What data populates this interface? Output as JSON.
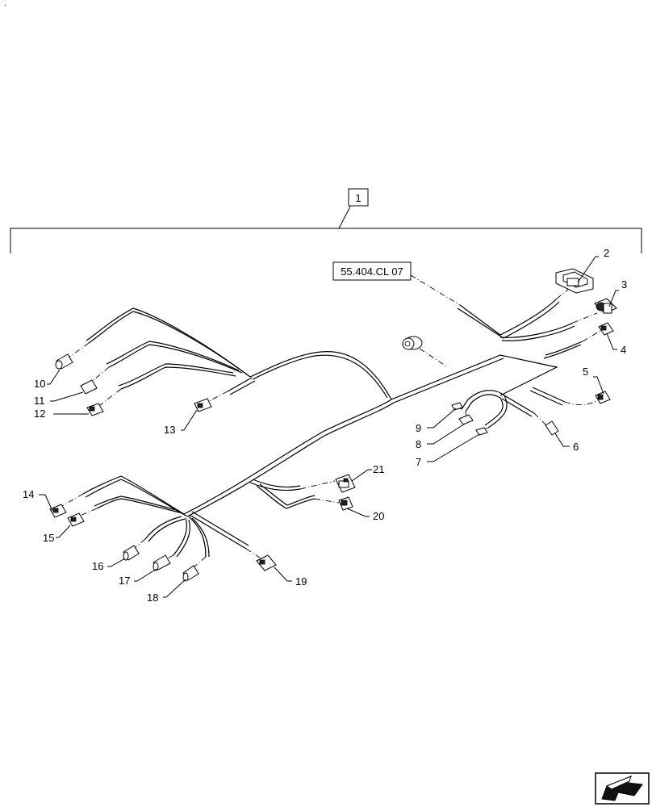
{
  "assembly_callout": "1",
  "reference_label": "55.404.CL 07",
  "callouts": [
    "2",
    "3",
    "4",
    "5",
    "6",
    "7",
    "8",
    "9",
    "10",
    "11",
    "12",
    "13",
    "14",
    "15",
    "16",
    "17",
    "18",
    "19",
    "20",
    "21"
  ],
  "nav_icon": "next-page-arrow-icon"
}
